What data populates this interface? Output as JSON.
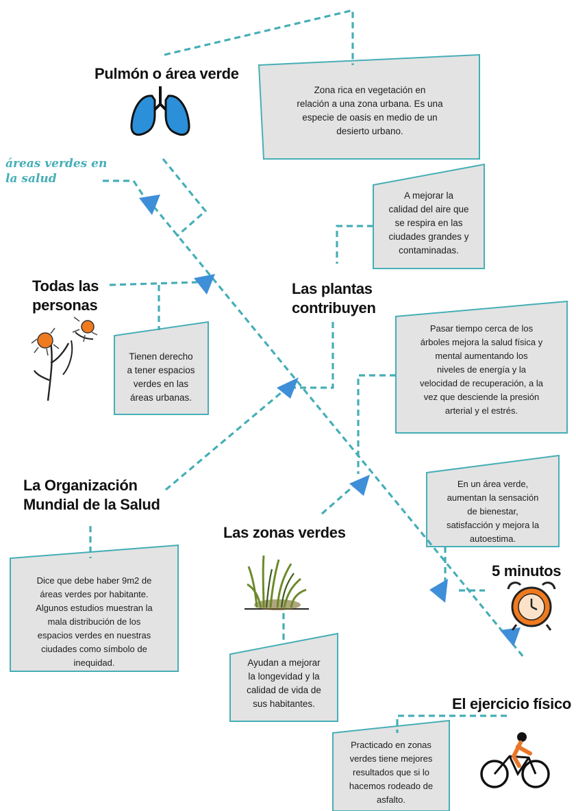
{
  "side_label": {
    "line1": "áreas verdes en",
    "line2": "la salud"
  },
  "topics": [
    {
      "id": "pulmon",
      "title": "Pulmón o área verde",
      "icon": "lungs-icon",
      "note": [
        "Zona rica en vegetación en",
        "relación a una zona urbana. Es una",
        "especie de oasis en medio de un",
        "desierto urbano."
      ]
    },
    {
      "id": "plantas",
      "title": [
        "Las plantas",
        "contribuyen"
      ],
      "note": [
        "A mejorar la",
        "calidad del aire que",
        "se respira en las",
        "ciudades grandes y",
        "contaminadas."
      ]
    },
    {
      "id": "todas",
      "title": [
        "Todas las",
        "personas"
      ],
      "icon": "chamomile-flower-icon",
      "note": [
        "Tienen derecho",
        "a tener espacios",
        "verdes en las",
        "áreas urbanas."
      ]
    },
    {
      "id": "arboles",
      "note": [
        "Pasar tiempo cerca de los",
        "árboles mejora la salud física y",
        "mental aumentando los",
        "niveles de energía y la",
        "velocidad de recuperación, a la",
        "vez que desciende la presión",
        "arterial y el estrés."
      ]
    },
    {
      "id": "oms",
      "title": [
        "La Organización",
        "Mundial de la Salud"
      ],
      "note": [
        "Dice que debe haber 9m2 de",
        "áreas verdes por habitante.",
        "Algunos estudios muestran la",
        "mala distribución  de los",
        "espacios verdes en nuestras",
        "ciudades como símbolo de",
        "inequidad."
      ]
    },
    {
      "id": "zonas",
      "title": "Las zonas verdes",
      "icon": "grass-icon",
      "note": [
        "Ayudan a mejorar",
        "la longevidad y la",
        "calidad de vida de",
        "sus habitantes."
      ]
    },
    {
      "id": "minutos",
      "title": "5 minutos",
      "icon": "alarm-clock-icon",
      "note": [
        "En un área verde,",
        "aumentan la sensación",
        "de bienestar,",
        "satisfacción y mejora la",
        "autoestima."
      ]
    },
    {
      "id": "ejercicio",
      "title": "El ejercicio físico",
      "icon": "cyclist-icon",
      "note": [
        "Practicado en zonas",
        "verdes tiene mejores",
        "resultados que si lo",
        "hacemos rodeado de",
        "asfalto."
      ]
    }
  ]
}
